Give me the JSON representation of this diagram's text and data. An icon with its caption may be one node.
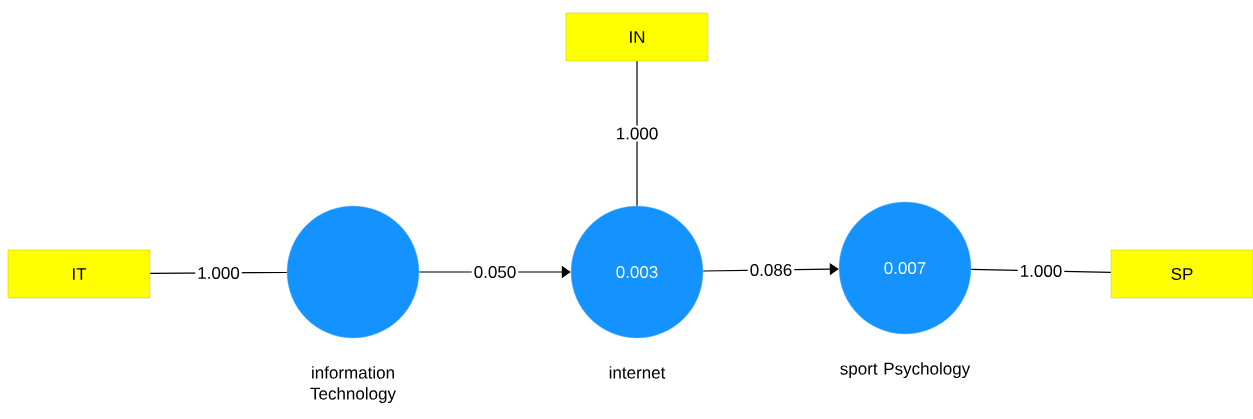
{
  "diagram": {
    "nodes": [
      {
        "text": [
          "IN"
        ]
      },
      {
        "text": [
          "IT"
        ]
      },
      {
        "text": [],
        "shape": "circle",
        "beside": [
          "information Technology"
        ]
      },
      {
        "text": [
          "0.003"
        ],
        "beside": [
          "internet"
        ]
      },
      {
        "text": [
          "0.007"
        ],
        "beside": [
          "sport Psychology"
        ]
      },
      {
        "text": [
          "SP"
        ]
      }
    ],
    "edges": [
      {
        "from": 0,
        "to": 3,
        "arrow": "none",
        "label": "1.000"
      },
      {
        "from": 1,
        "to": 2,
        "arrow": "none",
        "label": "1.000"
      },
      {
        "from": 2,
        "to": 3,
        "arrow": "to",
        "label": "0.050"
      },
      {
        "from": 3,
        "to": 4,
        "arrow": "to",
        "label": "0.086"
      },
      {
        "from": 4,
        "to": 5,
        "arrow": "none",
        "label": "1.000"
      }
    ]
  }
}
